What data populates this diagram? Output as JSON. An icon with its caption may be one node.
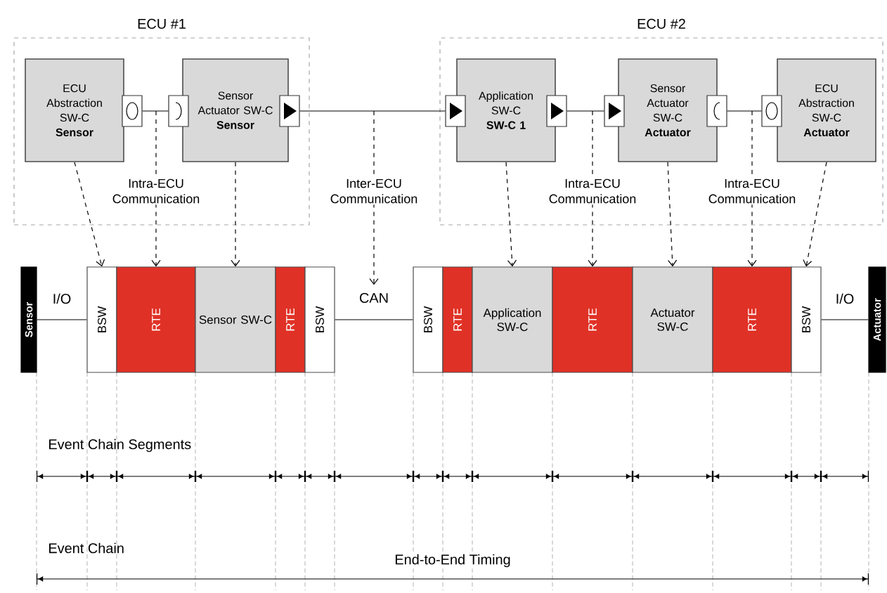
{
  "diagram": {
    "nodes": [
      {
        "text": [
          "ECU #1"
        ]
      },
      {
        "text": [
          "ECU Abstraction SW-C",
          "Sensor"
        ],
        "in": 0
      },
      {
        "text": [
          "Sensor Actuator SW-C",
          "Sensor"
        ],
        "in": 0
      },
      {
        "text": [
          "ECU #2"
        ]
      },
      {
        "text": [
          "Application SW-C",
          "SW-C 1"
        ],
        "in": 3
      },
      {
        "text": [
          "Sensor Actuator SW-C",
          "Actuator"
        ],
        "in": 3
      },
      {
        "text": [
          "ECU Abstraction SW-C",
          "Actuator"
        ],
        "in": 3
      },
      {
        "text": [],
        "shape": "box",
        "in": 0
      },
      {
        "text": [],
        "shape": "box",
        "in": 0
      },
      {
        "text": [],
        "shape": "box",
        "in": 0
      },
      {
        "text": [],
        "shape": "box",
        "in": 3
      },
      {
        "text": [],
        "shape": "box",
        "in": 3
      },
      {
        "text": [],
        "shape": "box",
        "in": 3
      },
      {
        "text": [],
        "shape": "box",
        "in": 3
      },
      {
        "text": [],
        "shape": "box",
        "in": 3
      },
      {
        "text": [
          "Sensor"
        ]
      },
      {
        "text": [
          "BSW"
        ]
      },
      {
        "text": [
          "RTE"
        ]
      },
      {
        "text": [
          "Sensor SW-C"
        ]
      },
      {
        "text": [
          "RTE"
        ]
      },
      {
        "text": [
          "BSW"
        ]
      },
      {
        "text": [
          "CAN"
        ]
      },
      {
        "text": [
          "BSW"
        ]
      },
      {
        "text": [
          "RTE"
        ]
      },
      {
        "text": [
          "Application SW-C"
        ]
      },
      {
        "text": [
          "RTE"
        ]
      },
      {
        "text": [
          "Actuator SW-C"
        ]
      },
      {
        "text": [
          "RTE"
        ]
      },
      {
        "text": [
          "BSW"
        ]
      },
      {
        "text": [
          "Actuator"
        ]
      }
    ],
    "edges": [
      {
        "from": 7,
        "to": 8,
        "arrow": "none"
      },
      {
        "from": 9,
        "to": 10,
        "arrow": "none"
      },
      {
        "from": 11,
        "to": 12,
        "arrow": "none"
      },
      {
        "from": 13,
        "to": 14,
        "arrow": "none"
      },
      {
        "from": 15,
        "to": 16,
        "arrow": "none",
        "label": "I/O"
      },
      {
        "from": 20,
        "to": 22,
        "arrow": "none"
      },
      {
        "from": 28,
        "to": 29,
        "arrow": "none",
        "label": "I/O"
      },
      {
        "from": 1,
        "to": 16,
        "arrow": "to",
        "style": "dashed"
      },
      {
        "from": 7,
        "to": 17,
        "arrow": "to",
        "style": "dashed",
        "label": "Intra-ECU Communication"
      },
      {
        "from": 2,
        "to": 18,
        "arrow": "to",
        "style": "dashed"
      },
      {
        "from": null,
        "to": 21,
        "arrow": "to",
        "style": "dashed",
        "label": "Inter-ECU Communication"
      },
      {
        "from": 4,
        "to": 24,
        "arrow": "to",
        "style": "dashed"
      },
      {
        "from": 12,
        "to": 25,
        "arrow": "to",
        "style": "dashed",
        "label": "Intra-ECU Communication"
      },
      {
        "from": 5,
        "to": 26,
        "arrow": "to",
        "style": "dashed"
      },
      {
        "from": 14,
        "to": 27,
        "arrow": "to",
        "style": "dashed",
        "label": "Intra-ECU Communication"
      },
      {
        "from": 6,
        "to": 28,
        "arrow": "to",
        "style": "dashed"
      }
    ],
    "labels": [
      "Event Chain Segments",
      "Event Chain",
      "End-to-End Timing"
    ]
  }
}
